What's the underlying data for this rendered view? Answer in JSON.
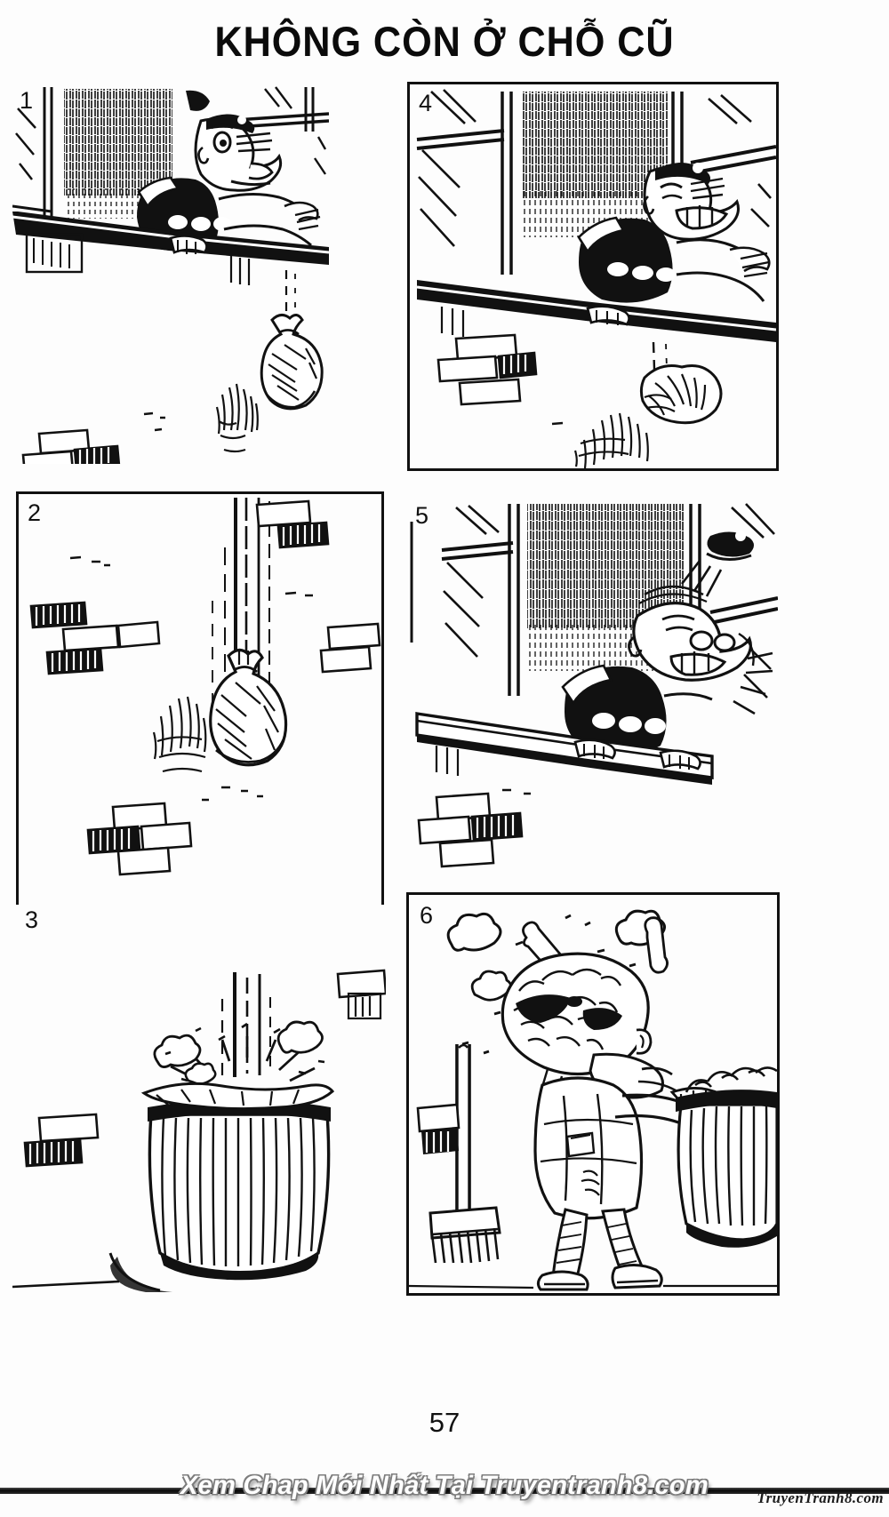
{
  "title": "KHÔNG CÒN Ở CHỖ CŨ",
  "page_number": "57",
  "panels": [
    {
      "number": "1",
      "caption": "Old man in undershirt leans out of an apartment window and drops a tied garbage bag down toward the street below; brick wall and rain-hatched shading at left."
    },
    {
      "number": "2",
      "caption": "The tied garbage bag falls through the air past the brick wall, trailing dotted speed lines straight downward."
    },
    {
      "number": "3",
      "caption": "The bag crashes into an open metal trash can on the sidewalk, bursting with puffs of dust and debris."
    },
    {
      "number": "4",
      "caption": "Same old man at the window again, dropping a second bundle of garbage that tumbles down past the bricks."
    },
    {
      "number": "5",
      "caption": "The startled old man leans out of the window, hat flying off his bald head as he reacts in shock."
    },
    {
      "number": "6",
      "caption": "An angry street sweeper, face covered in garbage with a bone and scraps stuck in his hair, carries the trash can away past his broom."
    }
  ],
  "footer": {
    "banner_text": "Xem Chap Mới Nhất Tại Truyentranh8.com",
    "watermark": "TruyenTranh8.com"
  },
  "colors": {
    "ink": "#111111",
    "paper": "#fdfdfd",
    "banner_bar": "#0a0a0a",
    "banner_text": "#ffffff"
  }
}
